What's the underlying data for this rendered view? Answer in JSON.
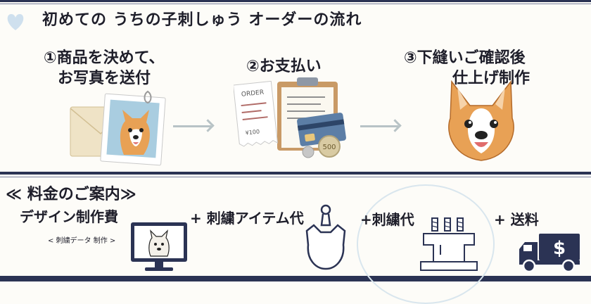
{
  "header": {
    "title": "初めての うちの子刺しゅう オーダーの流れ"
  },
  "steps": [
    {
      "number": "①",
      "line1": "商品を決めて、",
      "line2": "お写真を送付"
    },
    {
      "number": "②",
      "line1": "お支払い"
    },
    {
      "number": "③",
      "line1": "下縫いご確認後",
      "line2": "仕上げ制作"
    }
  ],
  "receipt": {
    "title": "ORDER",
    "amount": "¥100"
  },
  "coin": {
    "value": "500"
  },
  "pricing": {
    "title": "≪ 料金のご案内≫",
    "design_fee": "デザイン制作費",
    "design_note": "< 刺繍データ 制作 >",
    "item_fee": "+ 刺繍アイテム代",
    "embroidery_fee": "+刺繍代",
    "shipping_fee": "+ 送料"
  },
  "colors": {
    "navy": "#2b3354",
    "arrow": "#b8c3c6",
    "heart": "#cfe0ee",
    "fur": "#e8a155"
  },
  "icons": [
    "heart-icon",
    "envelope-icon",
    "dog-photo",
    "clipboard-icon",
    "receipt-icon",
    "credit-card-icon",
    "coin-icon",
    "corgi-embroidery",
    "monitor-icon",
    "keychain-icon",
    "sewing-machine-icon",
    "truck-icon"
  ]
}
